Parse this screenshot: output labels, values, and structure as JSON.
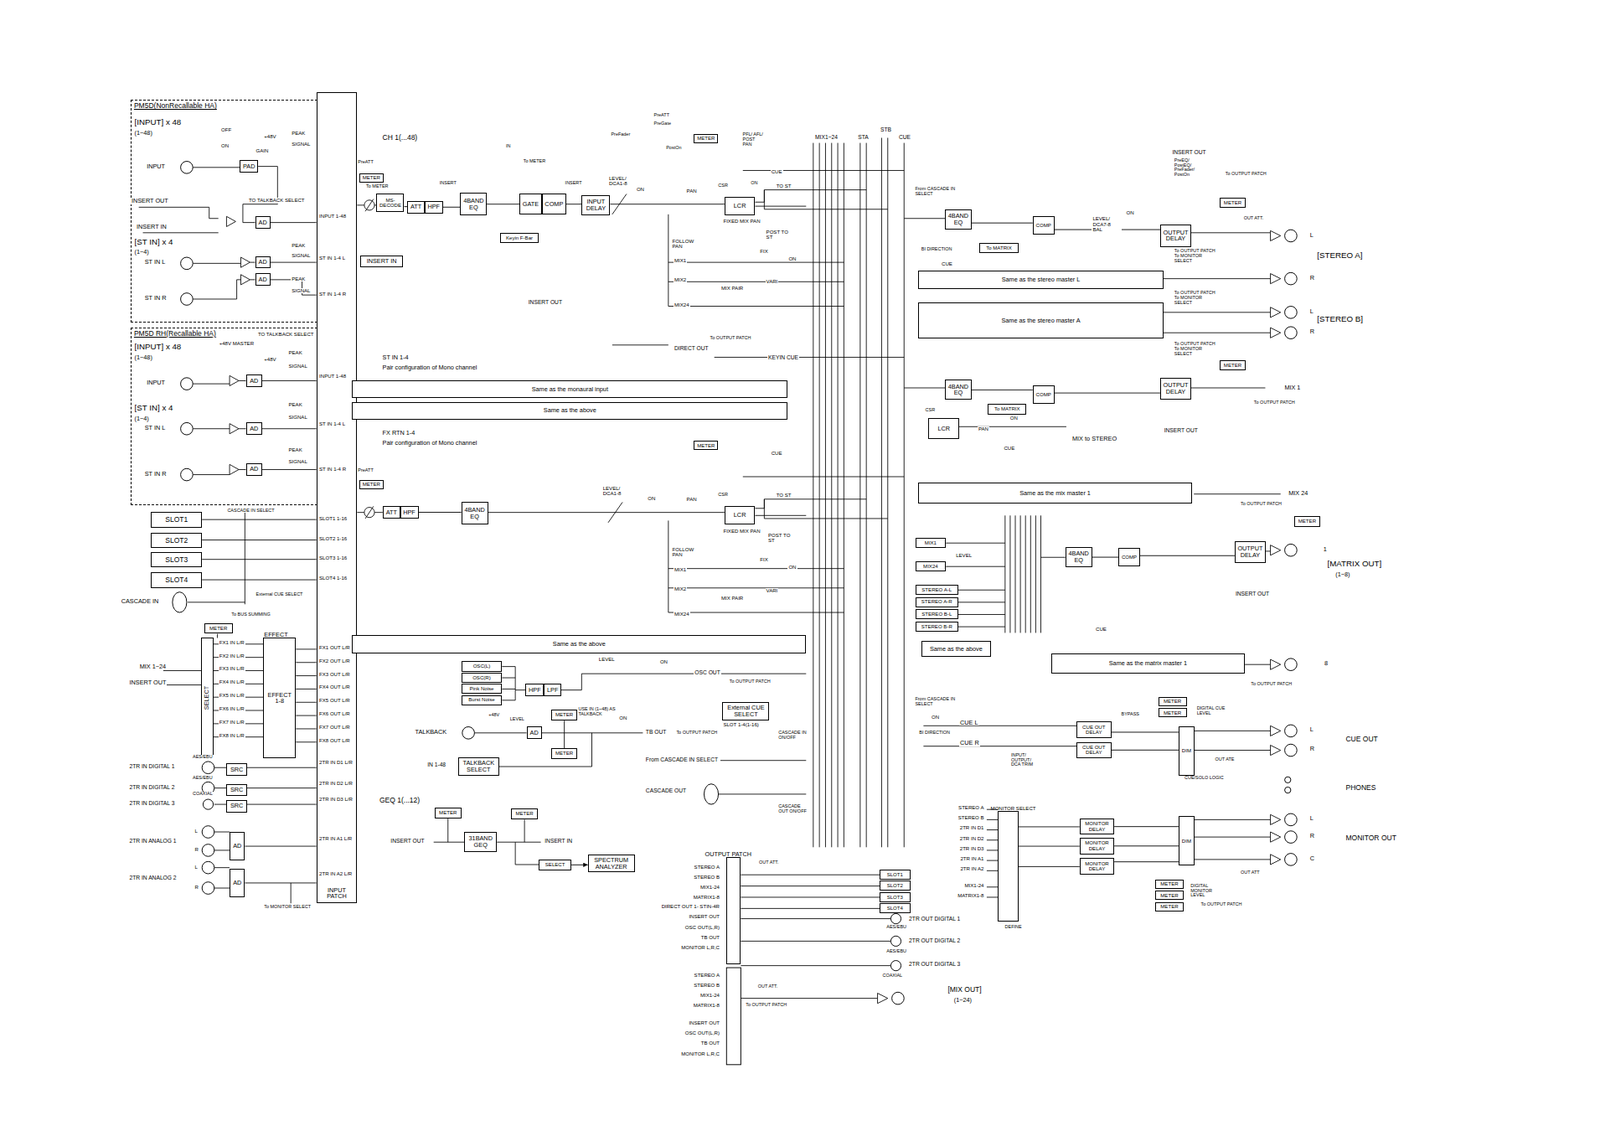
{
  "diagram": {
    "nodes": [
      {
        "text": [
          "PM5D(NonRecallable HA)"
        ]
      },
      {
        "text": [
          "PAD"
        ],
        "in": 0
      },
      {
        "text": [
          "AD"
        ],
        "in": 0
      },
      {
        "text": [
          "AD"
        ],
        "in": 0
      },
      {
        "text": [
          "AD"
        ],
        "in": 0
      },
      {
        "text": [
          "PM5D RH(Recallable HA)"
        ]
      },
      {
        "text": [
          "AD"
        ],
        "in": 5
      },
      {
        "text": [
          "AD"
        ],
        "in": 5
      },
      {
        "text": [
          "AD"
        ],
        "in": 5
      },
      {
        "text": [
          "SLOT1"
        ]
      },
      {
        "text": [
          "SLOT2"
        ]
      },
      {
        "text": [
          "SLOT3"
        ]
      },
      {
        "text": [
          "SLOT4"
        ]
      },
      {
        "text": [
          "METER"
        ]
      },
      {
        "text": [
          "SELECT"
        ]
      },
      {
        "text": [
          "EFFECT",
          "EFFECT 1-8"
        ]
      },
      {
        "text": [
          "SRC"
        ]
      },
      {
        "text": [
          "SRC"
        ]
      },
      {
        "text": [
          "SRC"
        ]
      },
      {
        "text": [
          "AD"
        ]
      },
      {
        "text": [
          "AD"
        ]
      },
      {
        "text": [
          "INPUT PATCH"
        ]
      },
      {
        "text": [
          "MS-DECODE"
        ]
      },
      {
        "text": [
          "ATT"
        ]
      },
      {
        "text": [
          "HPF"
        ]
      },
      {
        "text": [
          "4BAND EQ"
        ]
      },
      {
        "text": [
          "GATE"
        ]
      },
      {
        "text": [
          "COMP"
        ]
      },
      {
        "text": [
          "INPUT DELAY"
        ]
      },
      {
        "text": [
          "LCR"
        ]
      },
      {
        "text": [
          "METER"
        ]
      },
      {
        "text": [
          "INSERT IN"
        ]
      },
      {
        "text": [
          "Keyin F-Bar"
        ]
      },
      {
        "text": [
          "METER"
        ]
      },
      {
        "text": [
          "Same as the monaural input"
        ]
      },
      {
        "text": [
          "Same as the above"
        ]
      },
      {
        "text": [
          "ATT"
        ]
      },
      {
        "text": [
          "HPF"
        ]
      },
      {
        "text": [
          "4BAND EQ"
        ]
      },
      {
        "text": [
          "LCR"
        ]
      },
      {
        "text": [
          "METER"
        ]
      },
      {
        "text": [
          "METER"
        ]
      },
      {
        "text": [
          "Same as the above"
        ]
      },
      {
        "text": [
          "OSC(L)"
        ]
      },
      {
        "text": [
          "OSC(R)"
        ]
      },
      {
        "text": [
          "Pink Noise"
        ]
      },
      {
        "text": [
          "Burst Noise"
        ]
      },
      {
        "text": [
          "HPF"
        ]
      },
      {
        "text": [
          "LPF"
        ]
      },
      {
        "text": [
          "AD"
        ]
      },
      {
        "text": [
          "METER"
        ]
      },
      {
        "text": [
          "METER"
        ]
      },
      {
        "text": [
          "TALKBACK SELECT"
        ]
      },
      {
        "text": [
          "External CUE SELECT"
        ]
      },
      {
        "text": [
          "METER"
        ]
      },
      {
        "text": [
          "METER"
        ]
      },
      {
        "text": [
          "31BAND GEQ"
        ]
      },
      {
        "text": [
          "SELECT"
        ]
      },
      {
        "text": [
          "SPECTRUM ANALYZER"
        ]
      },
      {
        "text": [
          "OUTPUT PATCH"
        ]
      },
      {
        "text": [
          "SLOT1"
        ]
      },
      {
        "text": [
          "SLOT2"
        ]
      },
      {
        "text": [
          "SLOT3"
        ]
      },
      {
        "text": [
          "SLOT4"
        ]
      },
      {
        "text": [
          "4BAND EQ"
        ]
      },
      {
        "text": [
          "COMP"
        ]
      },
      {
        "text": [
          "OUTPUT DELAY"
        ]
      },
      {
        "text": [
          "To MATRIX"
        ]
      },
      {
        "text": [
          "METER"
        ]
      },
      {
        "text": [
          "Same as the stereo master L"
        ]
      },
      {
        "text": [
          "Same as the stereo master A"
        ]
      },
      {
        "text": [
          "4BAND EQ"
        ]
      },
      {
        "text": [
          "COMP"
        ]
      },
      {
        "text": [
          "OUTPUT DELAY"
        ]
      },
      {
        "text": [
          "To MATRIX"
        ]
      },
      {
        "text": [
          "LCR"
        ]
      },
      {
        "text": [
          "METER"
        ]
      },
      {
        "text": [
          "Same as the mix master 1"
        ]
      },
      {
        "text": [
          "MIX1"
        ]
      },
      {
        "text": [
          "MIX24"
        ]
      },
      {
        "text": [
          "STEREO A-L"
        ]
      },
      {
        "text": [
          "STEREO A-R"
        ]
      },
      {
        "text": [
          "STEREO B-L"
        ]
      },
      {
        "text": [
          "STEREO B-R"
        ]
      },
      {
        "text": [
          "4BAND EQ"
        ]
      },
      {
        "text": [
          "COMP"
        ]
      },
      {
        "text": [
          "OUTPUT DELAY"
        ]
      },
      {
        "text": [
          "METER"
        ]
      },
      {
        "text": [
          "Same as the above"
        ]
      },
      {
        "text": [
          "Same as the matrix master 1"
        ]
      },
      {
        "text": [
          "METER"
        ]
      },
      {
        "text": [
          "METER"
        ]
      },
      {
        "text": [
          "CUE OUT DELAY"
        ]
      },
      {
        "text": [
          "CUE OUT DELAY"
        ]
      },
      {
        "text": [
          "DIM"
        ]
      },
      {
        "text": [
          "MONITOR SELECT"
        ]
      },
      {
        "text": [
          "MONITOR DELAY"
        ]
      },
      {
        "text": [
          "MONITOR DELAY"
        ]
      },
      {
        "text": [
          "MONITOR DELAY"
        ]
      },
      {
        "text": [
          "DIM"
        ]
      },
      {
        "text": [
          "METER"
        ]
      },
      {
        "text": [
          "METER"
        ]
      },
      {
        "text": [
          "METER"
        ]
      }
    ],
    "edges": [
      {
        "from": 22,
        "to": 23,
        "arrow": "none"
      },
      {
        "from": 23,
        "to": 24,
        "arrow": "none"
      },
      {
        "from": 24,
        "to": 25,
        "arrow": "none"
      },
      {
        "from": 26,
        "to": 27,
        "arrow": "none"
      },
      {
        "from": 36,
        "to": 37,
        "arrow": "none"
      },
      {
        "from": 37,
        "to": 38,
        "arrow": "none"
      },
      {
        "from": 47,
        "to": 48,
        "arrow": "none"
      },
      {
        "from": 57,
        "to": 58,
        "arrow": "to"
      },
      {
        "from": 92,
        "to": 94,
        "arrow": "none"
      },
      {
        "from": 93,
        "to": 94,
        "arrow": "none"
      },
      {
        "from": 96,
        "to": 99,
        "arrow": "none"
      },
      {
        "from": 97,
        "to": 99,
        "arrow": "none"
      },
      {
        "from": 98,
        "to": 99,
        "arrow": "none"
      },
      {
        "from": 64,
        "to": 65,
        "arrow": "none"
      },
      {
        "from": 65,
        "to": 66,
        "arrow": "none"
      },
      {
        "from": 84,
        "to": 85,
        "arrow": "none"
      },
      {
        "from": 85,
        "to": 86,
        "arrow": "none"
      }
    ],
    "labels": [
      "[INPUT] x 48",
      "(1~48)",
      "OFF",
      "ON",
      "+48V",
      "PEAK",
      "SIGNAL",
      "GAIN",
      "INPUT",
      "INSERT OUT",
      "TO TALKBACK SELECT",
      "INSERT IN",
      "[ST IN] x 4",
      "(1~4)",
      "ST IN L",
      "ST IN R",
      "PEAK",
      "SIGNAL",
      "PEAK",
      "SIGNAL",
      "INPUT 1-48",
      "ST IN 1-4 L",
      "ST IN 1-4 R",
      "TO TALKBACK SELECT",
      "[INPUT] x 48",
      "(1~48)",
      "+48V MASTER",
      "+48V",
      "INPUT",
      "[ST IN] x 4",
      "(1~4)",
      "ST IN L",
      "ST IN R",
      "PEAK",
      "SIGNAL",
      "PEAK",
      "SIGNAL",
      "PEAK",
      "SIGNAL",
      "INPUT 1-48",
      "ST IN 1-4 L",
      "ST IN 1-4 R",
      "CASCADE IN SELECT",
      "SLOT1 1-16",
      "SLOT2 1-16",
      "SLOT3 1-16",
      "SLOT4 1-16",
      "External CUE SELECT",
      "To BUS SUMMING",
      "CASCADE IN",
      "MIX 1~24",
      "INSERT OUT",
      "FX1 IN L/R",
      "FX2 IN L/R",
      "FX3 IN L/R",
      "FX4 IN L/R",
      "FX5 IN L/R",
      "FX6 IN L/R",
      "FX7 IN L/R",
      "FX8 IN L/R",
      "FX1 OUT L/R",
      "FX2 OUT L/R",
      "FX3 OUT L/R",
      "FX4 OUT L/R",
      "FX5 OUT L/R",
      "FX6 OUT L/R",
      "FX7 OUT L/R",
      "FX8 OUT L/R",
      "2TR IN DIGITAL 1",
      "AES/EBU",
      "2TR IN DIGITAL 2",
      "AES/EBU",
      "2TR IN DIGITAL 3",
      "COAXIAL",
      "2TR IN D1 L/R",
      "2TR IN D2 L/R",
      "2TR IN D3 L/R",
      "2TR IN ANALOG 1",
      "L",
      "R",
      "2TR IN A1 L/R",
      "2TR IN ANALOG 2",
      "L",
      "R",
      "2TR IN A2 L/R",
      "To MONITOR SELECT",
      "CH 1(...48)",
      "PreATT",
      "To METER",
      "PreATT",
      "PreGate",
      "PreFader",
      "PostOn",
      "To METER",
      "IN",
      "INSERT",
      "INSERT",
      "LEVEL/ DCA1-8",
      "ON",
      "PFL/ AFL/ POST PAN",
      "CUE",
      "CSR",
      "ON",
      "PAN",
      "TO ST",
      "FIXED MIX PAN",
      "FOLLOW PAN",
      "POST TO ST",
      "FIX",
      "ON",
      "MIX1",
      "MIX2",
      "VARI",
      "MIX PAIR",
      "MIX24",
      "INSERT OUT",
      "DIRECT OUT",
      "To OUTPUT PATCH",
      "KEYIN CUE",
      "MIX1~24",
      "STA",
      "STB",
      "CUE",
      "ST IN 1-4",
      "Pair configuration of Mono channel",
      "FX RTN 1-4",
      "Pair configuration of Mono channel",
      "PreATT",
      "LEVEL/ DCA1-8",
      "ON",
      "PAN",
      "TO ST",
      "CUE",
      "CSR",
      "FIXED MIX PAN",
      "FOLLOW PAN",
      "POST TO ST",
      "FIX",
      "ON",
      "MIX1",
      "MIX2",
      "VARI",
      "MIX PAIR",
      "MIX24",
      "LEVEL",
      "ON",
      "OSC OUT",
      "To OUTPUT PATCH",
      "TALKBACK",
      "+48V",
      "LEVEL",
      "USE IN (1~48) AS TALKBACK",
      "ON",
      "TB OUT",
      "To OUTPUT PATCH",
      "IN 1-48",
      "SLOT 1-4(1-16)",
      "CASCADE IN ON/OFF",
      "From CASCADE IN SELECT",
      "CASCADE OUT",
      "CASCADE OUT ON/OFF",
      "GEQ 1(...12)",
      "INSERT OUT",
      "INSERT IN",
      "STEREO A",
      "STEREO B",
      "MIX1-24",
      "MATRIX1-8",
      "DIRECT OUT 1- STIN-4R",
      "INSERT OUT",
      "OSC OUT(L,R)",
      "TB OUT",
      "MONITOR L,R,C",
      "OUT ATT.",
      "2TR OUT DIGITAL 1",
      "AES/EBU",
      "2TR OUT DIGITAL 2",
      "AES/EBU",
      "2TR OUT DIGITAL 3",
      "COAXIAL",
      "STEREO A",
      "STEREO B",
      "MIX1-24",
      "MATRIX1-8",
      "INSERT OUT",
      "OSC OUT(L,R)",
      "TB OUT",
      "MONITOR L,R,C",
      "OUT ATT.",
      "To OUTPUT PATCH",
      "[MIX OUT]",
      "(1~24)",
      "From CASCADE IN SELECT",
      "BI DIRECTION",
      "CUE",
      "LEVEL/ DCA7-8 BAL",
      "ON",
      "INSERT OUT",
      "PreEQ/ PostEQ/ PreFader/ PostOn",
      "To OUTPUT PATCH",
      "OUT ATT.",
      "To OUTPUT PATCH To MONITOR SELECT",
      "L",
      "[STEREO A]",
      "R",
      "To OUTPUT PATCH To MONITOR SELECT",
      "[STEREO B]",
      "L",
      "R",
      "To OUTPUT PATCH To MONITOR SELECT",
      "MIX 1",
      "To OUTPUT PATCH",
      "CSR",
      "PAN",
      "ON",
      "CUE",
      "MIX to STEREO",
      "INSERT OUT",
      "MIX 24",
      "To OUTPUT PATCH",
      "LEVEL",
      "1",
      "[MATRIX OUT]",
      "(1~8)",
      "INSERT OUT",
      "CUE",
      "8",
      "To OUTPUT PATCH",
      "From CASCADE IN SELECT",
      "ON",
      "BI DIRECTION",
      "CUE L",
      "CUE R",
      "INPUT/ OUTPUT/ DCA TRIM",
      "BYPASS",
      "DIGITAL CUE LEVEL",
      "OUT ATE",
      "L",
      "R",
      "CUE OUT",
      "CUE/SOLO LOGIC",
      "PHONES",
      "L",
      "R",
      "C",
      "MONITOR OUT",
      "STEREO A",
      "STEREO B",
      "2TR IN D1",
      "2TR IN D2",
      "2TR IN D3",
      "2TR IN A1",
      "2TR IN A2",
      "MIX1-24",
      "MATRIX1-8",
      "DEFINE",
      "DIGITAL MONITOR LEVEL",
      "To OUTPUT PATCH",
      "OUT ATT"
    ]
  }
}
